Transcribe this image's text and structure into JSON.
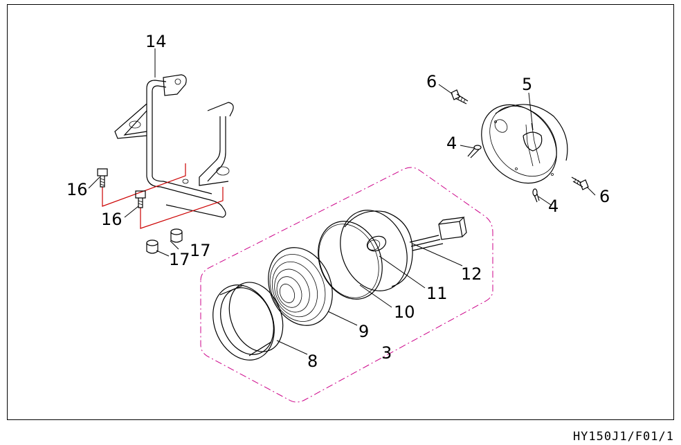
{
  "drawing_ref": "HY150J1/F01/1",
  "callouts": {
    "c14": "14",
    "c16a": "16",
    "c16b": "16",
    "c17a": "17",
    "c17b": "17",
    "c6a": "6",
    "c6b": "6",
    "c5": "5",
    "c4a": "4",
    "c4b": "4",
    "c12": "12",
    "c11": "11",
    "c10": "10",
    "c9": "9",
    "c8": "8",
    "c3": "3"
  },
  "colors": {
    "line": "#000000",
    "assembly_outline": "#cc0088",
    "bracket_guide": "#cc0000"
  }
}
